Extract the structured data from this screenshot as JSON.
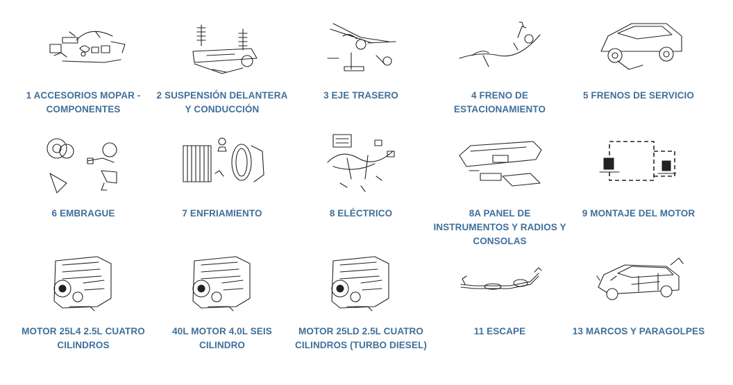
{
  "categories": [
    {
      "label": "1 ACCESORIOS MOPAR - COMPONENTES",
      "icon": "accessories-components-icon"
    },
    {
      "label": "2 SUSPENSIÓN DELANTERA Y CONDUCCIÓN",
      "icon": "front-suspension-icon"
    },
    {
      "label": "3 EJE TRASERO",
      "icon": "rear-axle-icon"
    },
    {
      "label": "4 FRENO DE ESTACIONAMIENTO",
      "icon": "parking-brake-icon"
    },
    {
      "label": "5 FRENOS DE SERVICIO",
      "icon": "service-brakes-icon"
    },
    {
      "label": "6 EMBRAGUE",
      "icon": "clutch-icon"
    },
    {
      "label": "7 ENFRIAMIENTO",
      "icon": "cooling-icon"
    },
    {
      "label": "8 ELÉCTRICO",
      "icon": "electrical-icon"
    },
    {
      "label": "8A PANEL DE INSTRUMENTOS Y RADIOS Y CONSOLAS",
      "icon": "instrument-panel-icon"
    },
    {
      "label": "9 MONTAJE DEL MOTOR",
      "icon": "engine-mount-icon"
    },
    {
      "label": "MOTOR 25L4 2.5L CUATRO CILINDROS",
      "icon": "engine-icon"
    },
    {
      "label": "40L MOTOR 4.0L SEIS CILINDRO",
      "icon": "engine-icon"
    },
    {
      "label": "MOTOR 25LD 2.5L CUATRO CILINDROS (TURBO DIESEL)",
      "icon": "engine-icon"
    },
    {
      "label": "11 ESCAPE",
      "icon": "exhaust-icon"
    },
    {
      "label": "13 MARCOS Y PARAGOLPES",
      "icon": "frame-bumpers-icon"
    }
  ]
}
